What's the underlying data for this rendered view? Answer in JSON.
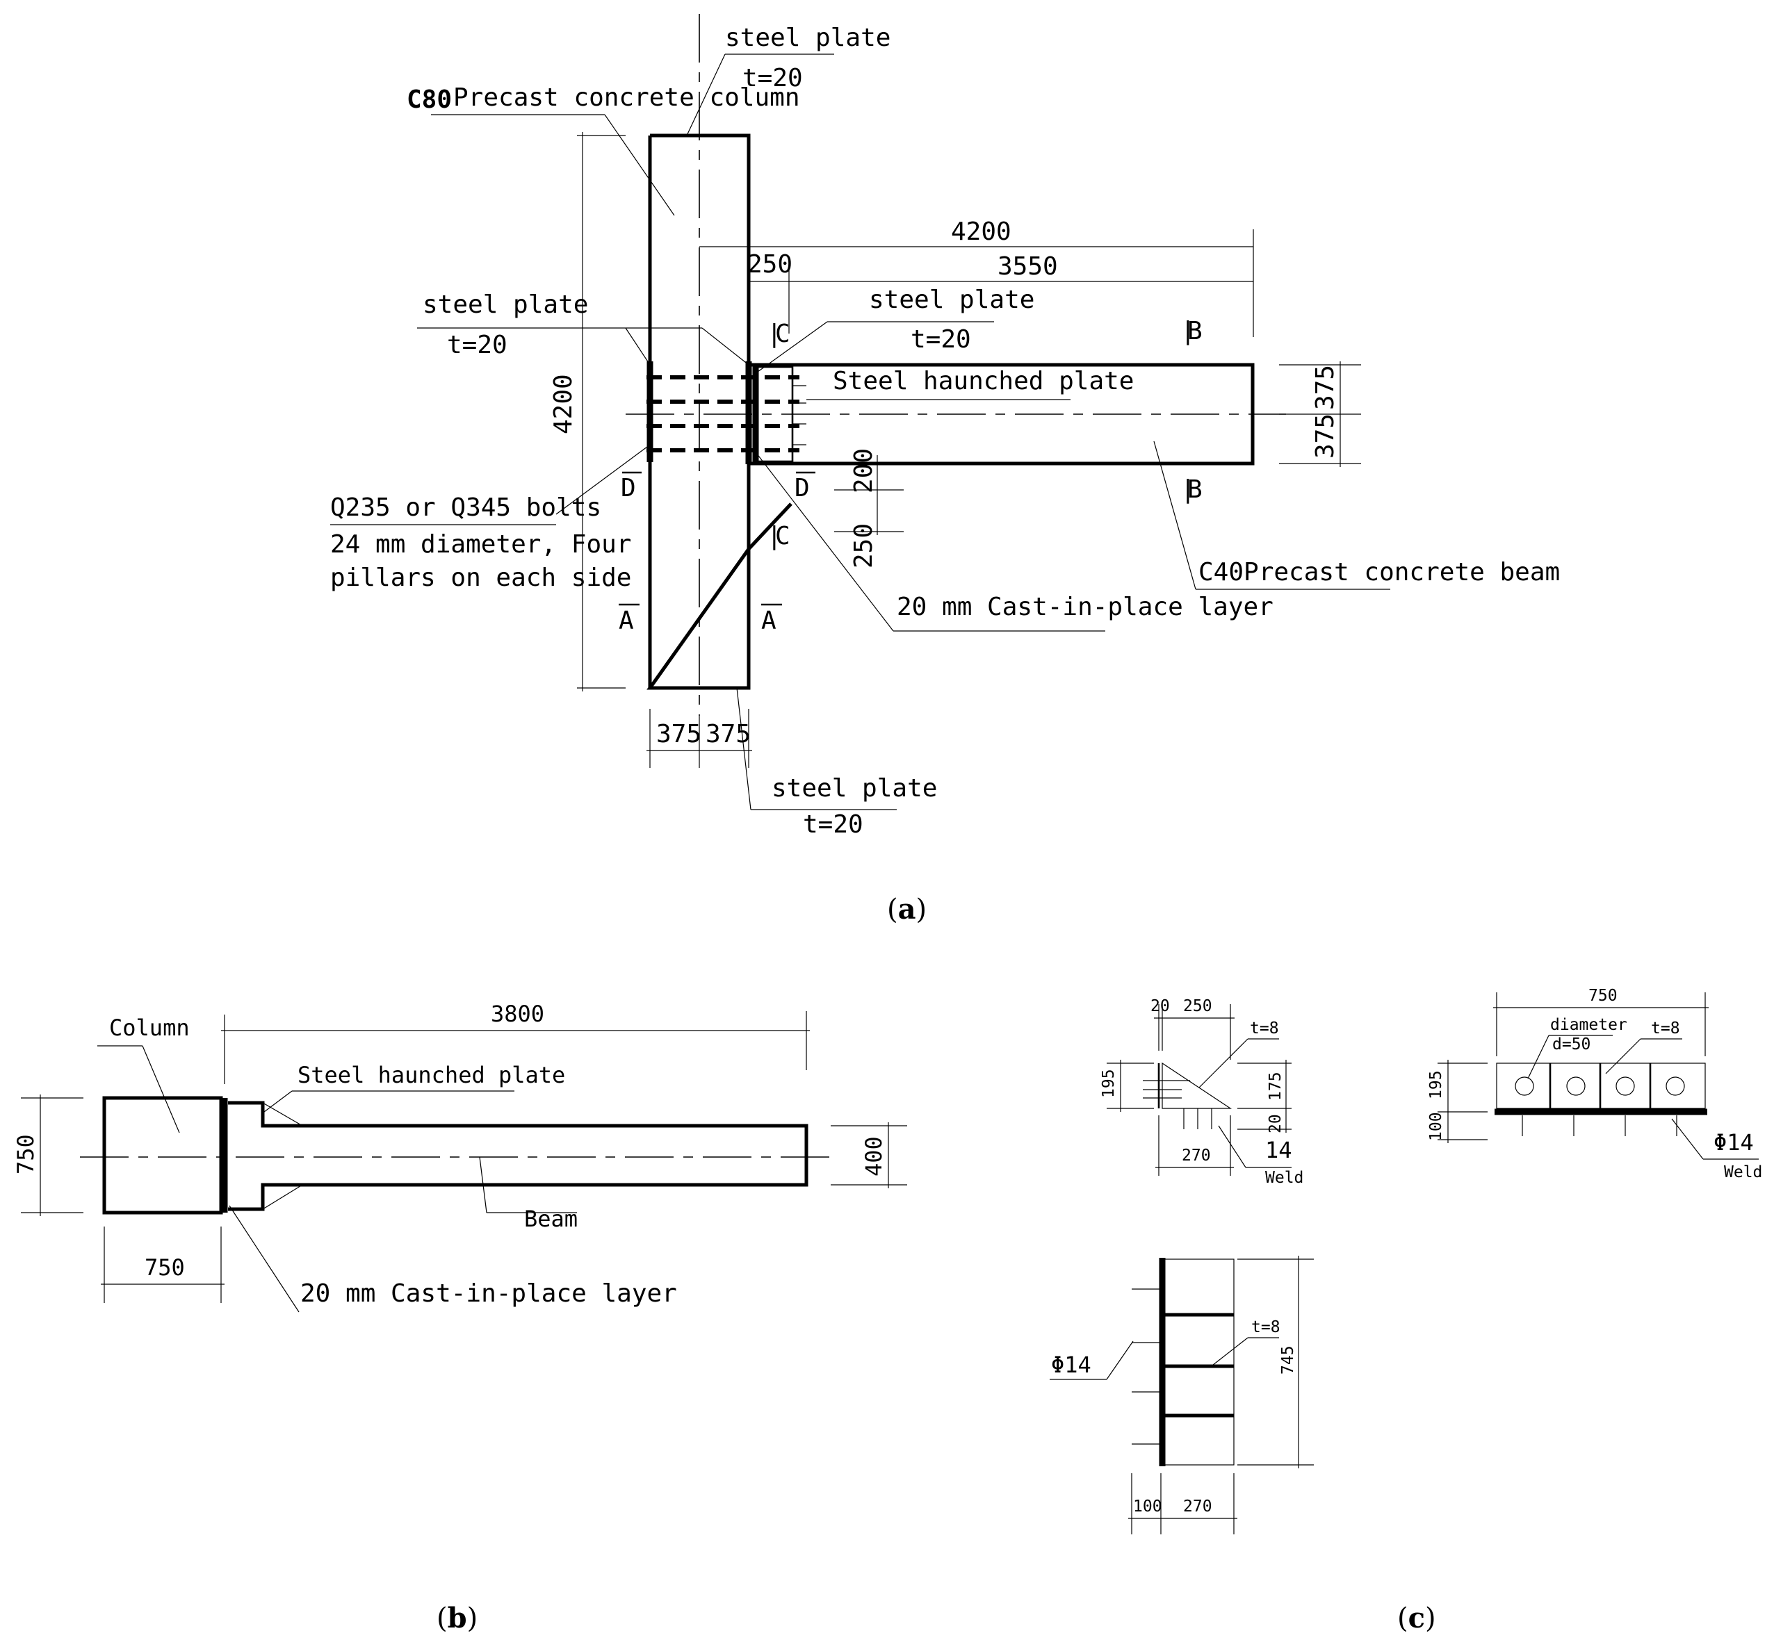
{
  "panel_a": {
    "caption_open": "(",
    "caption_letter": "a",
    "caption_close": ")",
    "label_steel_plate": "steel plate",
    "label_t20": "t=20",
    "label_c80": "C80",
    "label_precast_column": "Precast concrete column",
    "label_steel_haunched_plate": "Steel haunched plate",
    "label_bolts_line1": "Q235 or Q345 bolts",
    "label_bolts_line2": "24 mm diameter, Four",
    "label_bolts_line3": "pillars on each side",
    "label_cast_layer": "20 mm Cast-in-place layer",
    "label_c40_beam": "C40Precast concrete beam",
    "dim_4200": "4200",
    "dim_3550": "3550",
    "dim_250": "250",
    "dim_375": "375",
    "dim_200": "200",
    "section_a": "A",
    "section_b": "B",
    "section_c": "C",
    "section_d": "D",
    "section_bar": "|"
  },
  "panel_b": {
    "caption_open": "(",
    "caption_letter": "b",
    "caption_close": ")",
    "label_column": "Column",
    "label_beam": "Beam",
    "label_haunched": "Steel haunched plate",
    "label_cast_layer": "20 mm Cast-in-place layer",
    "dim_3800": "3800",
    "dim_750": "750",
    "dim_400": "400"
  },
  "panel_c": {
    "caption_open": "(",
    "caption_letter": "c",
    "caption_close": ")",
    "label_t8": "t=8",
    "label_weld": "Weld",
    "label_14": "14",
    "label_phi14": "Φ14",
    "label_diameter": "diameter",
    "label_d50": "d=50",
    "dim_20": "20",
    "dim_250": "250",
    "dim_195": "195",
    "dim_175": "175",
    "dim_270": "270",
    "dim_750": "750",
    "dim_100": "100",
    "dim_745": "745"
  }
}
